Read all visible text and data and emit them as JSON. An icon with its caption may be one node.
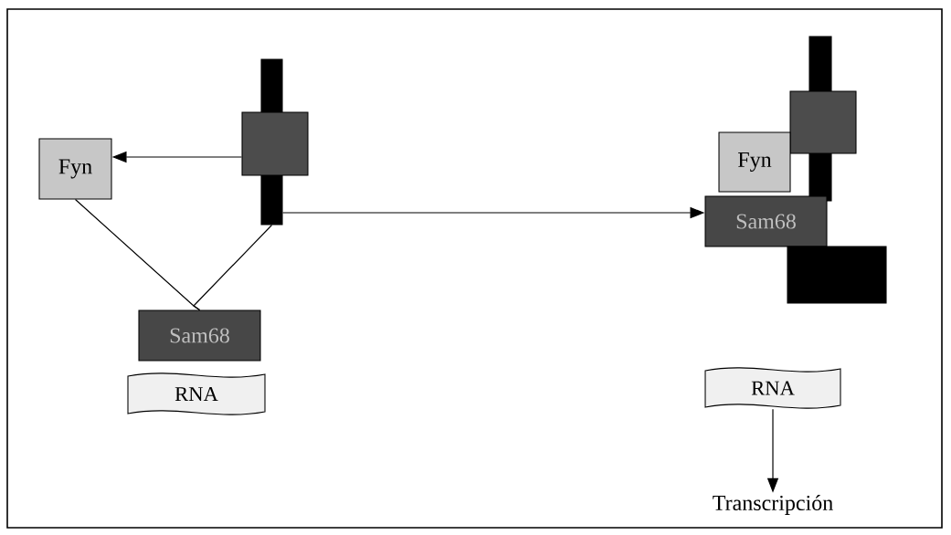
{
  "diagram": {
    "nodes": [
      {
        "text": [
          "Fyn"
        ]
      },
      {
        "text": [],
        "shape": "bar"
      },
      {
        "text": [],
        "shape": "box"
      },
      {
        "text": [
          "Sam68"
        ]
      },
      {
        "text": [
          "RNA"
        ]
      },
      {
        "text": [],
        "shape": "bar"
      },
      {
        "text": [],
        "shape": "box"
      },
      {
        "text": [
          "Fyn"
        ]
      },
      {
        "text": [
          "Sam68"
        ]
      },
      {
        "text": [],
        "shape": "bar"
      },
      {
        "text": [
          "RNA"
        ]
      },
      {
        "text": [
          "Transcripción"
        ]
      }
    ],
    "edges": [
      {
        "from": 2,
        "to": 0,
        "arrow": "to"
      },
      {
        "from": 0,
        "to": 3,
        "arrow": "none"
      },
      {
        "from": 1,
        "to": 3,
        "arrow": "none"
      },
      {
        "from": 1,
        "to": 8,
        "arrow": "to"
      },
      {
        "from": 10,
        "to": 11,
        "arrow": "to"
      }
    ]
  }
}
